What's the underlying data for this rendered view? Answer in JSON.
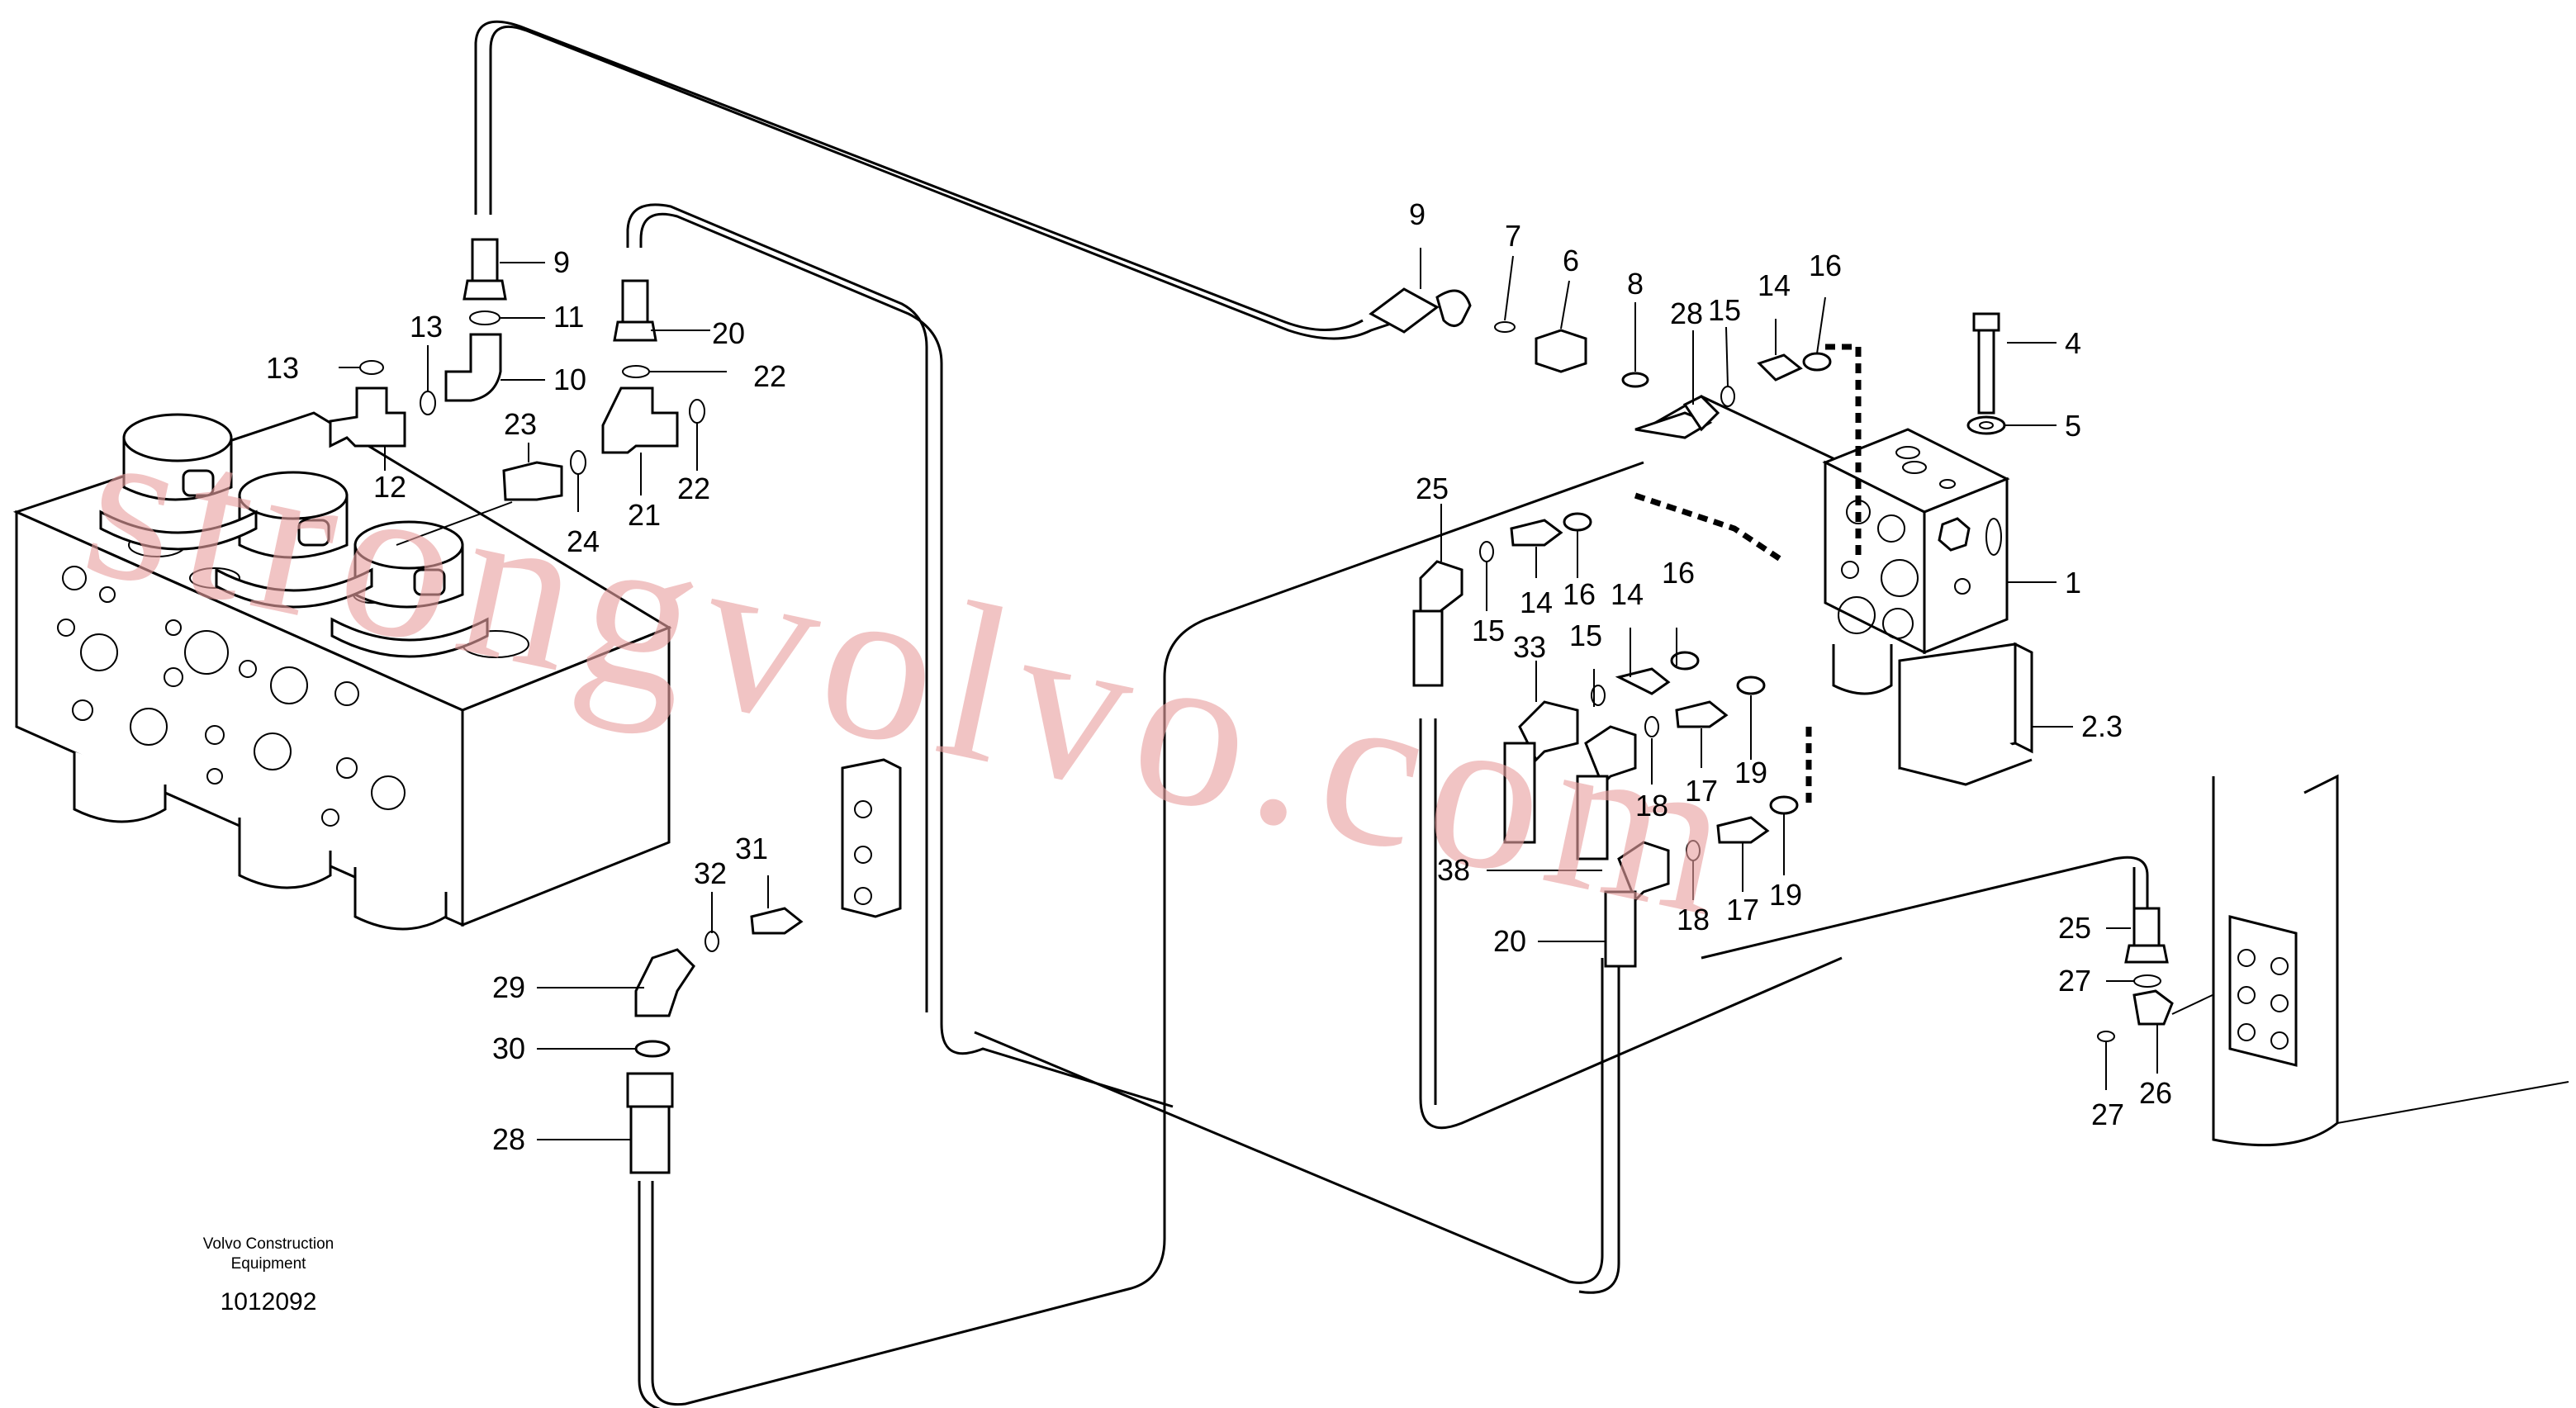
{
  "watermark": "strongvolvo.com",
  "caption": {
    "line1": "Volvo Construction",
    "line2": "Equipment",
    "doc_number": "1012092"
  },
  "labels": {
    "l9a": "9",
    "l11": "11",
    "l10": "10",
    "l13a": "13",
    "l13b": "13",
    "l12": "12",
    "l20a": "20",
    "l22a": "22",
    "l22b": "22",
    "l23": "23",
    "l24": "24",
    "l21": "21",
    "l9b": "9",
    "l7": "7",
    "l6": "6",
    "l8": "8",
    "l28a": "28",
    "l15a": "15",
    "l14a": "14",
    "l16a": "16",
    "l4": "4",
    "l5": "5",
    "l1": "1",
    "l23b": "2.3",
    "l25a": "25",
    "l14b": "14",
    "l16b": "16",
    "l15b": "15",
    "l14c": "14",
    "l16c": "16",
    "l33": "33",
    "l15c": "15",
    "l18a": "18",
    "l17a": "17",
    "l19a": "19",
    "l38": "38",
    "l18b": "18",
    "l17b": "17",
    "l19b": "19",
    "l20b": "20",
    "l32": "32",
    "l31": "31",
    "l29": "29",
    "l30": "30",
    "l28b": "28",
    "l25b": "25",
    "l27a": "27",
    "l27b": "27",
    "l26": "26"
  }
}
